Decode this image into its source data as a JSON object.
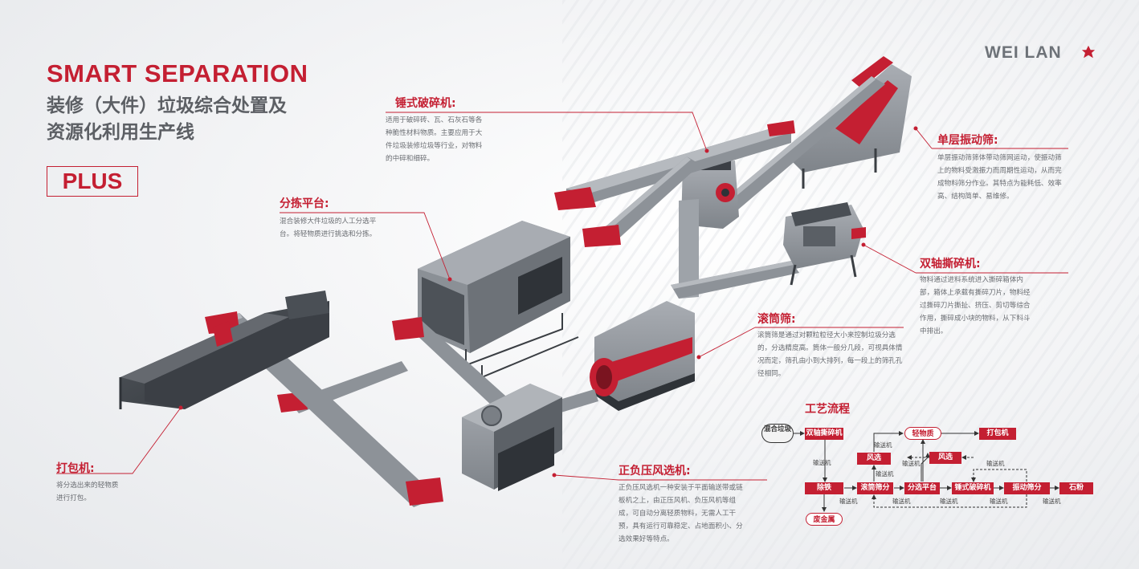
{
  "brand": {
    "name": "WEI LAN",
    "accent": "#c41f32",
    "gray": "#6d7278"
  },
  "title": {
    "en": "SMART SEPARATION",
    "cn_line1": "装修（大件）垃圾综合处置及",
    "cn_line2": "资源化利用生产线",
    "badge": "PLUS"
  },
  "annotations": {
    "hammer": {
      "title": "锤式破碎机:",
      "desc": "适用于破碎砖、瓦、石灰石等各种脆性材料物质。主要应用于大件垃圾装修垃圾等行业，对物料的中碎和细碎。"
    },
    "sorting": {
      "title": "分拣平台:",
      "desc": "混合装修大件垃圾的人工分选平台。将轻物质进行挑选和分拣。"
    },
    "vibrating": {
      "title": "单层振动筛:",
      "desc": "单层振动筛筛体带动筛网运动，使振动筛上的物料受激振力而周期性运动，从而完成物料筛分作业。其特点为能耗低、效率高、结构简单、易维修。"
    },
    "shredder": {
      "title": "双轴撕碎机:",
      "desc": "物料通过进料系统进入撕碎箱体内部，箱体上承载有撕碎刀片，物料经过撕碎刀片撕扯、挤压、剪切等综合作用，撕碎成小块的物料，从下料斗中排出。"
    },
    "trommel": {
      "title": "滚筒筛:",
      "desc": "滚筒筛是通过对颗粒粒径大小来控制垃圾分选的，分选精度高。筒体一般分几段，可视具体情况而定，筛孔由小到大排列，每一段上的筛孔孔径相同。"
    },
    "baler": {
      "title": "打包机:",
      "desc": "将分选出来的轻物质进行打包。"
    },
    "airsep": {
      "title": "正负压风选机:",
      "desc": "正负压风选机一种安装于平面输送带或链板机之上，由正压风机、负压风机等组成，可自动分离轻质物料，无需人工干预，具有运行可靠稳定、占地面积小、分选效果好等特点。"
    }
  },
  "flow": {
    "title": "工艺流程",
    "start": "混合垃圾",
    "shredder": "双轴撕碎机",
    "iron": "除铁",
    "scrap": "废金属",
    "trommel": "滚筒筛分",
    "wind1": "风选",
    "light": "轻物质",
    "baler": "打包机",
    "sort": "分选平台",
    "wind2": "风选",
    "hammer": "锤式破碎机",
    "vibro": "振动筛分",
    "stone": "石粉",
    "conv": "输送机"
  }
}
